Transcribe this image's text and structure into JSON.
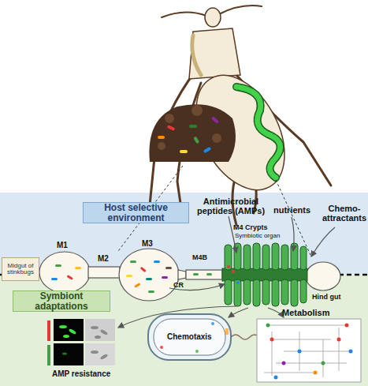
{
  "diagram": {
    "nodes": [
      {
        "text": [
          "Host selective environment"
        ]
      },
      {
        "text": [
          "Midgut of stinkbugs"
        ]
      },
      {
        "text": [
          "Symbiont adaptations"
        ]
      }
    ],
    "labels": [
      "M1",
      "M2",
      "M3",
      "CR",
      "M4B",
      "Antimicrobial peptides (AMPs)",
      "nutrients",
      "Chemo- attractants",
      "M4 Crypts",
      "Symbiotic organ",
      "Hind gut",
      "AMP resistance",
      "Chemotaxis",
      "Metabolism"
    ]
  }
}
